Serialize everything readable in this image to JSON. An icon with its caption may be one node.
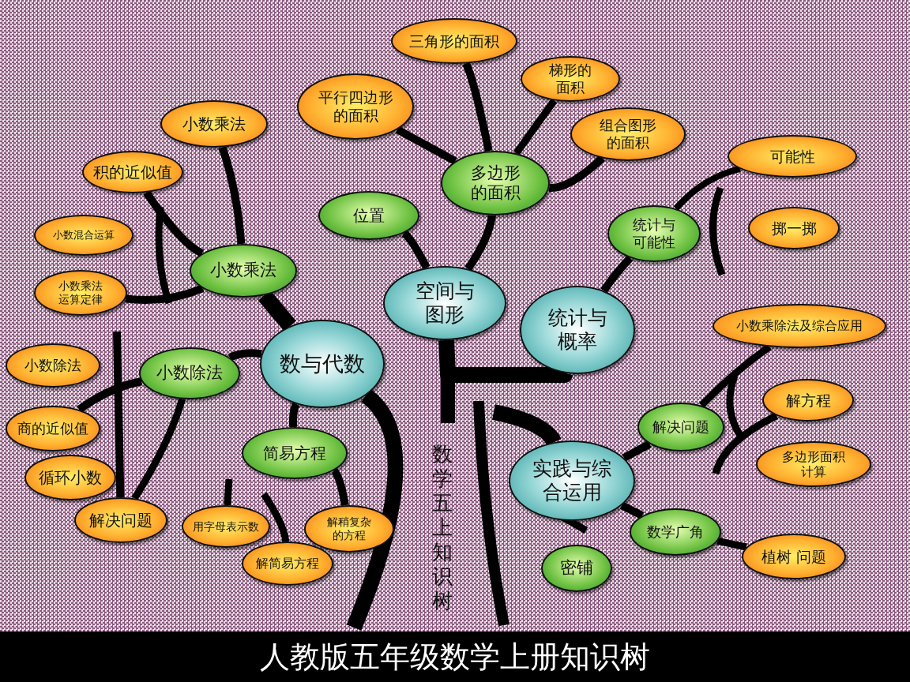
{
  "diagram": {
    "title": "人教版五年级数学上册知识树",
    "nodes": [
      {
        "text": [
          "三角形的面积"
        ]
      },
      {
        "text": [
          "梯形的面积"
        ]
      },
      {
        "text": [
          "平行四边形的面积"
        ]
      },
      {
        "text": [
          "组合图形的面积"
        ]
      },
      {
        "text": [
          "小数乘法"
        ]
      },
      {
        "text": [
          "可能性"
        ]
      },
      {
        "text": [
          "积的近似值"
        ]
      },
      {
        "text": [
          "多边形的面积"
        ]
      },
      {
        "text": [
          "位置"
        ]
      },
      {
        "text": [
          "统计与可能性"
        ]
      },
      {
        "text": [
          "掷一掷"
        ]
      },
      {
        "text": [
          "小数混合运算"
        ]
      },
      {
        "text": [
          "小数乘法"
        ]
      },
      {
        "text": [
          "小数乘法运算定律"
        ]
      },
      {
        "text": [
          "空间与图形"
        ]
      },
      {
        "text": [
          "统计与概率"
        ]
      },
      {
        "text": [
          "小数乘除法及综合应用"
        ]
      },
      {
        "text": [
          "数与代数"
        ]
      },
      {
        "text": [
          "小数除法"
        ]
      },
      {
        "text": [
          "小数除法"
        ]
      },
      {
        "text": [
          "解方程"
        ]
      },
      {
        "text": [
          "解决问题"
        ]
      },
      {
        "text": [
          "商的近似值"
        ]
      },
      {
        "text": [
          "简易方程"
        ]
      },
      {
        "text": [
          "多边形面积计算"
        ]
      },
      {
        "text": [
          "实践与综合运用"
        ]
      },
      {
        "text": [
          "循环小数"
        ]
      },
      {
        "text": [
          "解决问题"
        ]
      },
      {
        "text": [
          "用字母表示数"
        ]
      },
      {
        "text": [
          "解稍复杂的方程"
        ]
      },
      {
        "text": [
          "数学广角"
        ]
      },
      {
        "text": [
          "密铺"
        ]
      },
      {
        "text": [
          "解简易方程"
        ]
      },
      {
        "text": [
          "植树 问题"
        ]
      }
    ],
    "edges": [
      {
        "from": 7,
        "to": 0,
        "arrow": "none"
      },
      {
        "from": 7,
        "to": 1,
        "arrow": "none"
      },
      {
        "from": 7,
        "to": 2,
        "arrow": "none"
      },
      {
        "from": 7,
        "to": 3,
        "arrow": "none"
      },
      {
        "from": 14,
        "to": 7,
        "arrow": "none"
      },
      {
        "from": 14,
        "to": 8,
        "arrow": "none"
      },
      {
        "from": 14,
        "to": 15,
        "arrow": "none",
        "style": "thick"
      },
      {
        "from": 15,
        "to": 9,
        "arrow": "none"
      },
      {
        "from": 9,
        "to": 5,
        "arrow": "none"
      },
      {
        "from": 12,
        "to": 4,
        "arrow": "none"
      },
      {
        "from": 12,
        "to": 6,
        "arrow": "none"
      },
      {
        "from": 12,
        "to": 13,
        "arrow": "none"
      },
      {
        "from": 17,
        "to": 12,
        "arrow": "none",
        "style": "thick"
      },
      {
        "from": 17,
        "to": 19,
        "arrow": "none"
      },
      {
        "from": 19,
        "to": 22,
        "arrow": "none"
      },
      {
        "from": 19,
        "to": 27,
        "arrow": "none"
      },
      {
        "from": null,
        "to": 27,
        "arrow": "none"
      },
      {
        "from": 17,
        "to": 23,
        "arrow": "none"
      },
      {
        "from": 23,
        "to": 29,
        "arrow": "none"
      },
      {
        "from": null,
        "to": 28,
        "arrow": "none"
      },
      {
        "from": null,
        "to": 32,
        "arrow": "none"
      },
      {
        "from": 25,
        "to": 21,
        "arrow": "none"
      },
      {
        "from": 21,
        "to": 16,
        "arrow": "none"
      },
      {
        "from": 25,
        "to": 30,
        "arrow": "none"
      },
      {
        "from": 30,
        "to": 33,
        "arrow": "none"
      },
      {
        "from": 17,
        "to": null,
        "arrow": "none",
        "style": "thick"
      },
      {
        "from": null,
        "to": 25,
        "arrow": "none",
        "style": "thick"
      },
      {
        "from": null,
        "to": 20,
        "arrow": "none"
      }
    ],
    "labels": [
      "数学五上知识树"
    ]
  }
}
